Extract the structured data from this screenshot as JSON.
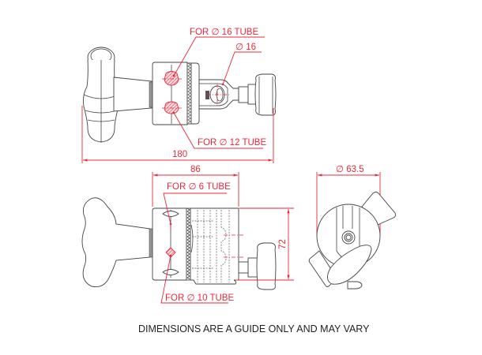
{
  "drawing": {
    "title": "Grip head clamp technical drawing",
    "accent_color": "#e8293a",
    "line_color": "#444444"
  },
  "top_view": {
    "callout_16_tube": "FOR ∅ 16 TUBE",
    "callout_hole_16": "∅ 16",
    "callout_12_tube": "FOR ∅ 12 TUBE",
    "overall_length": "180"
  },
  "side_view": {
    "body_width": "86",
    "callout_6_tube": "FOR ∅ 6 TUBE",
    "callout_10_tube": "FOR ∅ 10 TUBE",
    "height": "72"
  },
  "end_view": {
    "diameter": "∅ 63.5"
  },
  "footer": {
    "note": "DIMENSIONS ARE A GUIDE ONLY AND MAY VARY"
  }
}
